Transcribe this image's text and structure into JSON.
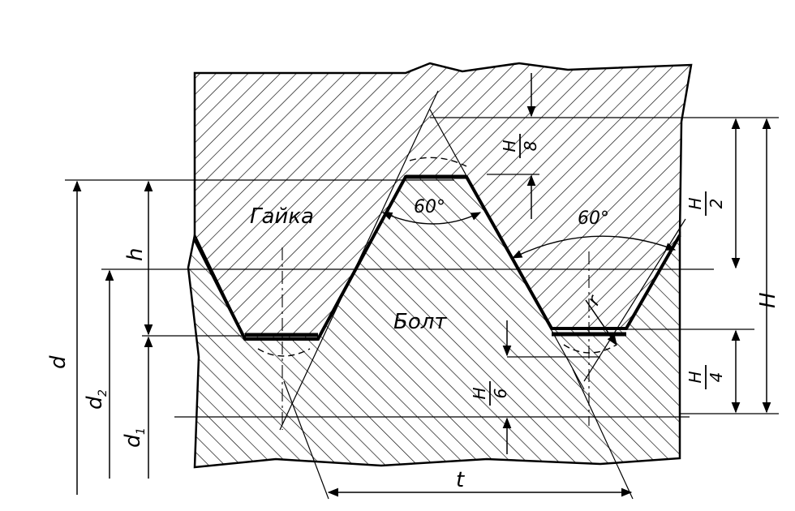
{
  "labels": {
    "nut": "Гайка",
    "bolt": "Болт",
    "angle_left": "60°",
    "angle_right": "60°",
    "h": "h",
    "d": "d",
    "d2": "d",
    "d2_sub": "2",
    "d1": "d",
    "d1_sub": "1",
    "H": "H",
    "t": "t",
    "r": "r",
    "H_over_8": {
      "num": "H",
      "den": "8"
    },
    "H_over_2": {
      "num": "H",
      "den": "2"
    },
    "H_over_4": {
      "num": "H",
      "den": "4"
    },
    "H_over_6": {
      "num": "H",
      "den": "6"
    }
  },
  "colors": {
    "ink": "#000000",
    "paper": "#ffffff"
  }
}
